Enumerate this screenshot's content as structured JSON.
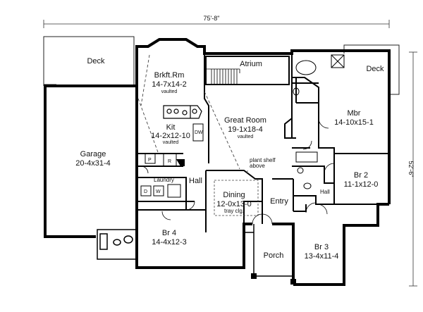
{
  "dimensions": {
    "width": "75'-8\"",
    "depth": "52'-6\""
  },
  "rooms": {
    "deck_left": {
      "name": "Deck"
    },
    "deck_right": {
      "name": "Deck"
    },
    "breakfast": {
      "name": "Brkft.Rm",
      "size": "14-7x14-2",
      "note": "vaulted"
    },
    "atrium": {
      "name": "Atrium"
    },
    "kitchen": {
      "name": "Kit",
      "size": "14-2x12-10",
      "note": "vaulted"
    },
    "great_room": {
      "name": "Great Room",
      "size": "19-1x18-4",
      "note": "vaulted"
    },
    "master": {
      "name": "Mbr",
      "size": "14-10x15-1"
    },
    "garage": {
      "name": "Garage",
      "size": "20-4x31-4"
    },
    "br2": {
      "name": "Br 2",
      "size": "11-1x12-0"
    },
    "laundry": {
      "name": "Laundry"
    },
    "hall_left": {
      "name": "Hall"
    },
    "hall_right": {
      "name": "Hall"
    },
    "dining": {
      "name": "Dining",
      "size": "12-0x13-0",
      "note": "tray clg."
    },
    "entry": {
      "name": "Entry"
    },
    "br4": {
      "name": "Br 4",
      "size": "14-4x12-3"
    },
    "porch": {
      "name": "Porch"
    },
    "br3": {
      "name": "Br 3",
      "size": "13-4x11-4"
    }
  },
  "annotations": {
    "plant_shelf_line1": "plant shelf",
    "plant_shelf_line2": "above"
  },
  "fixtures": {
    "pantry": "P",
    "refrigerator": "R",
    "dishwasher": "DW",
    "dryer": "D",
    "washer": "W"
  }
}
